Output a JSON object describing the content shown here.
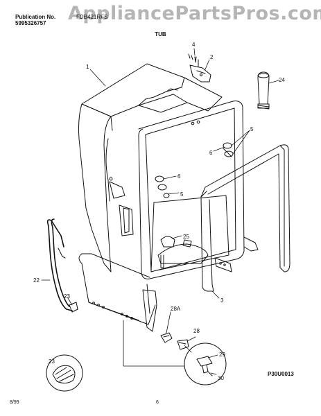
{
  "header": {
    "publication_label": "Publication No.",
    "publication_number": "5995326757",
    "model": "FDB421RFS",
    "section_title": "TUB"
  },
  "watermark": "AppliancePartsPros.com",
  "diagram_code": "P30U0013",
  "footer": {
    "date": "8/99",
    "page": "6"
  },
  "callouts": {
    "c1": "1",
    "c2": "2",
    "c4": "4",
    "c24": "24",
    "c5a": "5",
    "c6a": "6",
    "c6b": "6",
    "c5b": "5",
    "c25": "25",
    "c22": "22",
    "c23a": "23",
    "c3": "3",
    "c28a": "28A",
    "c28": "28",
    "c29": "29",
    "c30": "30",
    "c23b": "23"
  },
  "colors": {
    "line": "#111111",
    "watermark": "#8a8a8a",
    "background": "#ffffff"
  }
}
